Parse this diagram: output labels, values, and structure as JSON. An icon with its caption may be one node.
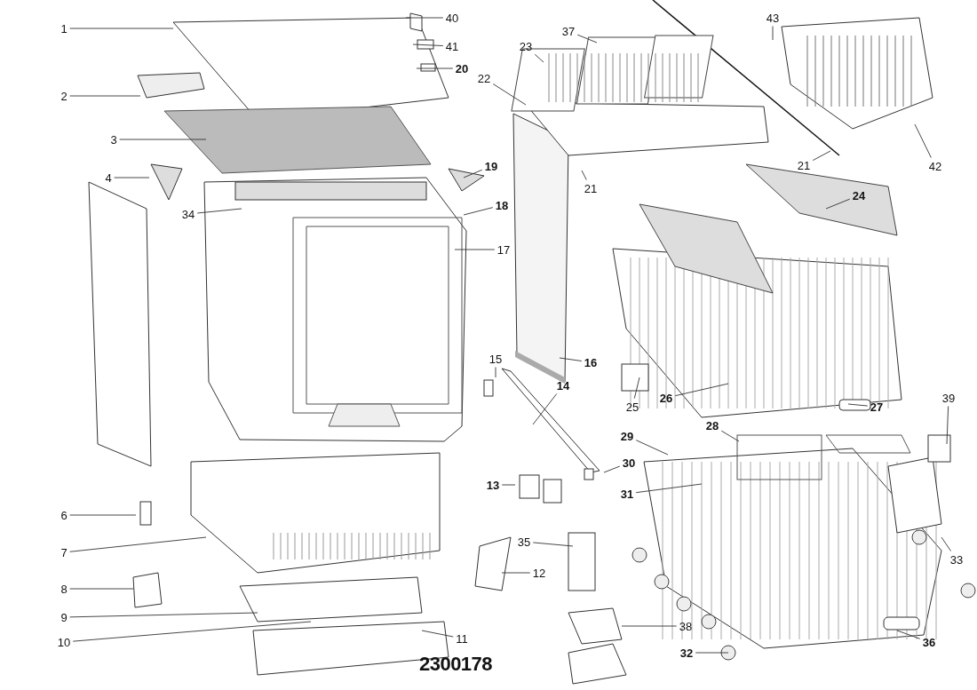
{
  "diagram": {
    "nodes": [
      {
        "text": [
          "40"
        ]
      },
      {
        "text": [
          "43"
        ]
      },
      {
        "text": [
          "1"
        ]
      },
      {
        "text": [
          "41"
        ]
      },
      {
        "text": [
          "37"
        ]
      },
      {
        "text": [
          "23"
        ]
      },
      {
        "text": [
          "20"
        ]
      },
      {
        "text": [
          "22"
        ]
      },
      {
        "text": [
          "2"
        ]
      },
      {
        "text": [
          "3"
        ]
      },
      {
        "text": [
          "19"
        ]
      },
      {
        "text": [
          "42"
        ]
      },
      {
        "text": [
          "21"
        ]
      },
      {
        "text": [
          "4"
        ]
      },
      {
        "text": [
          "21"
        ]
      },
      {
        "text": [
          "24"
        ]
      },
      {
        "text": [
          "18"
        ]
      },
      {
        "text": [
          "34"
        ]
      },
      {
        "text": [
          "17"
        ]
      },
      {
        "text": [
          "15"
        ]
      },
      {
        "text": [
          "16"
        ]
      },
      {
        "text": [
          "25"
        ]
      },
      {
        "text": [
          "26"
        ]
      },
      {
        "text": [
          "14"
        ]
      },
      {
        "text": [
          "27"
        ]
      },
      {
        "text": [
          "39"
        ]
      },
      {
        "text": [
          "28"
        ]
      },
      {
        "text": [
          "29"
        ]
      },
      {
        "text": [
          "30"
        ]
      },
      {
        "text": [
          "13"
        ]
      },
      {
        "text": [
          "31"
        ]
      },
      {
        "text": [
          "35"
        ]
      },
      {
        "text": [
          "6"
        ]
      },
      {
        "text": [
          "7"
        ]
      },
      {
        "text": [
          "33"
        ]
      },
      {
        "text": [
          "12"
        ]
      },
      {
        "text": [
          "8"
        ]
      },
      {
        "text": [
          "9"
        ]
      },
      {
        "text": [
          "38"
        ]
      },
      {
        "text": [
          "10"
        ]
      },
      {
        "text": [
          "11"
        ]
      },
      {
        "text": [
          "36"
        ]
      },
      {
        "text": [
          "32"
        ]
      }
    ],
    "edges": [
      {
        "from": 0,
        "to": null,
        "arrow": "none"
      },
      {
        "from": 1,
        "to": null,
        "arrow": "none"
      },
      {
        "from": 2,
        "to": null,
        "arrow": "none"
      },
      {
        "from": 3,
        "to": null,
        "arrow": "none"
      },
      {
        "from": 4,
        "to": null,
        "arrow": "none"
      },
      {
        "from": 5,
        "to": null,
        "arrow": "none"
      },
      {
        "from": 6,
        "to": null,
        "arrow": "none"
      },
      {
        "from": 7,
        "to": null,
        "arrow": "none"
      },
      {
        "from": 8,
        "to": null,
        "arrow": "none"
      },
      {
        "from": 9,
        "to": null,
        "arrow": "none"
      },
      {
        "from": 10,
        "to": null,
        "arrow": "none"
      },
      {
        "from": 11,
        "to": null,
        "arrow": "none"
      },
      {
        "from": 12,
        "to": null,
        "arrow": "none"
      },
      {
        "from": 13,
        "to": null,
        "arrow": "none"
      },
      {
        "from": 14,
        "to": null,
        "arrow": "none"
      },
      {
        "from": 15,
        "to": null,
        "arrow": "none"
      },
      {
        "from": 16,
        "to": null,
        "arrow": "none"
      },
      {
        "from": 17,
        "to": null,
        "arrow": "none"
      },
      {
        "from": 18,
        "to": null,
        "arrow": "none"
      },
      {
        "from": 19,
        "to": null,
        "arrow": "none"
      },
      {
        "from": 20,
        "to": null,
        "arrow": "none"
      },
      {
        "from": 21,
        "to": null,
        "arrow": "none"
      },
      {
        "from": 22,
        "to": null,
        "arrow": "none"
      },
      {
        "from": 23,
        "to": null,
        "arrow": "none"
      },
      {
        "from": 24,
        "to": null,
        "arrow": "none"
      },
      {
        "from": 25,
        "to": null,
        "arrow": "none"
      },
      {
        "from": 26,
        "to": null,
        "arrow": "none"
      },
      {
        "from": 27,
        "to": null,
        "arrow": "none"
      },
      {
        "from": 28,
        "to": null,
        "arrow": "none"
      },
      {
        "from": 29,
        "to": null,
        "arrow": "none"
      },
      {
        "from": 30,
        "to": null,
        "arrow": "none"
      },
      {
        "from": 31,
        "to": null,
        "arrow": "none"
      },
      {
        "from": 32,
        "to": null,
        "arrow": "none"
      },
      {
        "from": 33,
        "to": null,
        "arrow": "none"
      },
      {
        "from": 34,
        "to": null,
        "arrow": "none"
      },
      {
        "from": 35,
        "to": null,
        "arrow": "none"
      },
      {
        "from": 36,
        "to": null,
        "arrow": "none"
      },
      {
        "from": 37,
        "to": null,
        "arrow": "none"
      },
      {
        "from": 38,
        "to": null,
        "arrow": "none"
      },
      {
        "from": 39,
        "to": null,
        "arrow": "none"
      },
      {
        "from": 40,
        "to": null,
        "arrow": "none"
      },
      {
        "from": 41,
        "to": null,
        "arrow": "none"
      },
      {
        "from": 42,
        "to": null,
        "arrow": "none"
      }
    ],
    "labels": [
      "2300178"
    ]
  }
}
